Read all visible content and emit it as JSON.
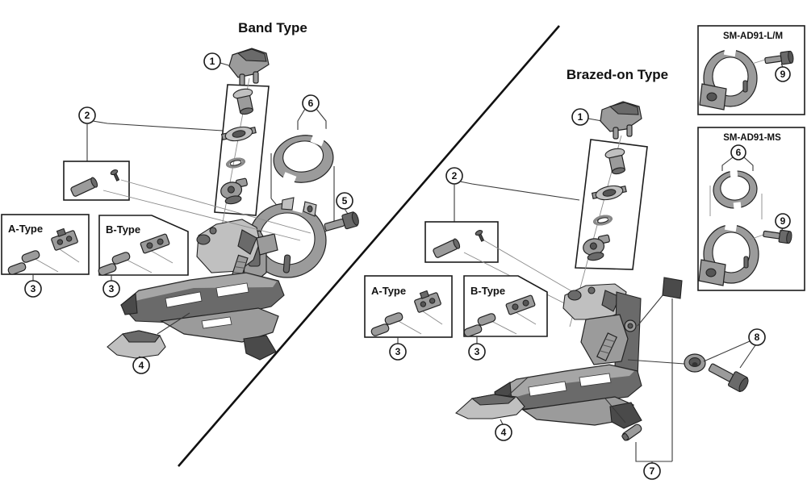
{
  "diagram": {
    "left_title": "Band Type",
    "right_title": "Brazed-on Type"
  },
  "boxes": {
    "a_type": "A-Type",
    "b_type": "B-Type",
    "sm_ad91_lm": "SM-AD91-L/M",
    "sm_ad91_ms": "SM-AD91-MS"
  },
  "callouts": {
    "c1": "1",
    "c2": "2",
    "c3": "3",
    "c4": "4",
    "c5": "5",
    "c6": "6",
    "c7": "7",
    "c8": "8",
    "c9": "9"
  },
  "colors": {
    "background": "#ffffff",
    "part_mid": "#9b9b9b",
    "part_dark": "#6a6a6a",
    "part_light": "#c0c0c0",
    "outline": "#1c1c1c",
    "text": "#111111"
  }
}
